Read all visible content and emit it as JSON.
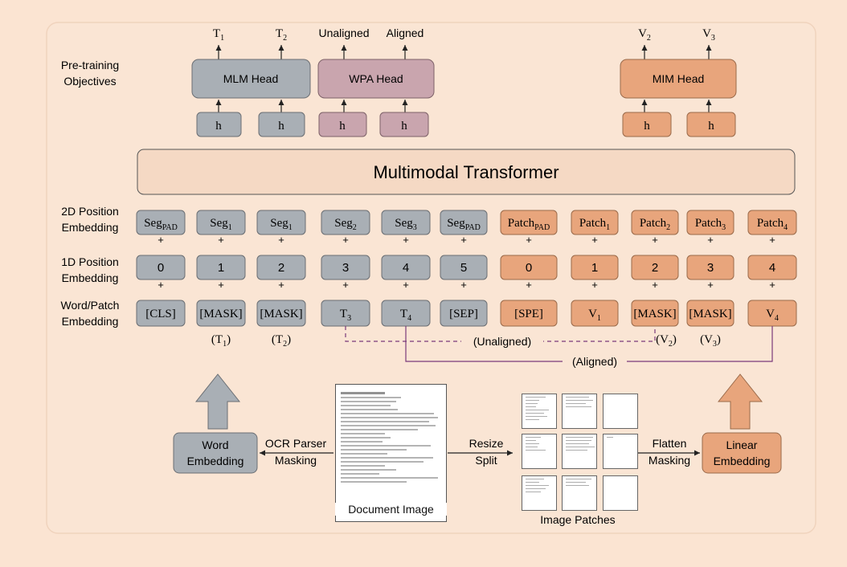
{
  "colors": {
    "gray": "#a9afb5",
    "pink": "#c9a5ae",
    "orange": "#e8a57c",
    "beige": "#f5d9c4",
    "background": "#fbe4d2",
    "panel": "#fae5d4",
    "purple": "#7a3a7a"
  },
  "labels": {
    "pretraining": [
      "Pre-training",
      "Objectives"
    ],
    "pos2d": [
      "2D Position",
      "Embedding"
    ],
    "pos1d": [
      "1D Position",
      "Embedding"
    ],
    "wordpatch": [
      "Word/Patch",
      "Embedding"
    ]
  },
  "heads": {
    "mlm": "MLM Head",
    "wpa": "WPA Head",
    "mim": "MIM Head",
    "h": "h"
  },
  "outputs": {
    "t1": {
      "base": "T",
      "sub": "1"
    },
    "t2": {
      "base": "T",
      "sub": "2"
    },
    "unaligned": "Unaligned",
    "aligned": "Aligned",
    "v2": {
      "base": "V",
      "sub": "2"
    },
    "v3": {
      "base": "V",
      "sub": "3"
    }
  },
  "transformer": "Multimodal Transformer",
  "seg_row": [
    {
      "base": "Seg",
      "sub": "PAD"
    },
    {
      "base": "Seg",
      "sub": "1"
    },
    {
      "base": "Seg",
      "sub": "1"
    },
    {
      "base": "Seg",
      "sub": "2"
    },
    {
      "base": "Seg",
      "sub": "3"
    },
    {
      "base": "Seg",
      "sub": "PAD"
    }
  ],
  "patch_row": [
    {
      "base": "Patch",
      "sub": "PAD"
    },
    {
      "base": "Patch",
      "sub": "1"
    },
    {
      "base": "Patch",
      "sub": "2"
    },
    {
      "base": "Patch",
      "sub": "3"
    },
    {
      "base": "Patch",
      "sub": "4"
    }
  ],
  "pos1d_text": [
    "0",
    "1",
    "2",
    "3",
    "4",
    "5"
  ],
  "pos1d_image": [
    "0",
    "1",
    "2",
    "3",
    "4"
  ],
  "word_tokens": [
    {
      "base": "[CLS]",
      "sub": ""
    },
    {
      "base": "[MASK]",
      "sub": ""
    },
    {
      "base": "[MASK]",
      "sub": ""
    },
    {
      "base": "T",
      "sub": "3"
    },
    {
      "base": "T",
      "sub": "4"
    },
    {
      "base": "[SEP]",
      "sub": ""
    }
  ],
  "image_tokens": [
    {
      "base": "[SPE]",
      "sub": ""
    },
    {
      "base": "V",
      "sub": "1"
    },
    {
      "base": "[MASK]",
      "sub": ""
    },
    {
      "base": "[MASK]",
      "sub": ""
    },
    {
      "base": "V",
      "sub": "4"
    }
  ],
  "under_labels": [
    {
      "base": "(T",
      "sub": "1",
      "tail": ")"
    },
    {
      "base": "(T",
      "sub": "2",
      "tail": ")"
    },
    {
      "base": "(V",
      "sub": "2",
      "tail": ")"
    },
    {
      "base": "(V",
      "sub": "3",
      "tail": ")"
    }
  ],
  "plus": "+",
  "link_labels": {
    "unaligned": "(Unaligned)",
    "aligned": "(Aligned)"
  },
  "bottom": {
    "word_embedding": [
      "Word",
      "Embedding"
    ],
    "ocr": [
      "OCR Parser",
      "Masking"
    ],
    "resize": [
      "Resize",
      "Split"
    ],
    "flatten": [
      "Flatten",
      "Masking"
    ],
    "linear_embedding": [
      "Linear",
      "Embedding"
    ],
    "document_image": "Document Image",
    "image_patches": "Image Patches"
  }
}
